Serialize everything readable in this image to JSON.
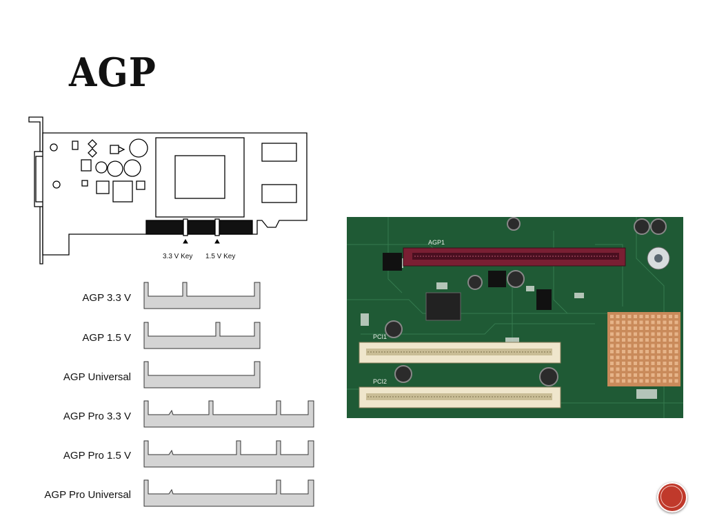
{
  "slide": {
    "title": "AGP"
  },
  "card_diagram": {
    "key_3v3": "3.3 V Key",
    "key_1v5": "1.5 V Key"
  },
  "connectors": [
    {
      "label": "AGP 3.3 V"
    },
    {
      "label": "AGP 1.5 V"
    },
    {
      "label": "AGP Universal"
    },
    {
      "label": "AGP Pro 3.3 V"
    },
    {
      "label": "AGP Pro 1.5 V"
    },
    {
      "label": "AGP Pro Universal"
    }
  ],
  "motherboard_photo": {
    "silkscreen": [
      "AGP1",
      "PCI1",
      "PCI2"
    ]
  },
  "colors": {
    "agp_slot": "#7a1f33",
    "pci_slot": "#efe6cc",
    "pcb": "#1f5a35",
    "heatsink": "#c98a5a",
    "nav_button": "#c0392b"
  },
  "icons": {
    "next": "circle-button-icon"
  }
}
